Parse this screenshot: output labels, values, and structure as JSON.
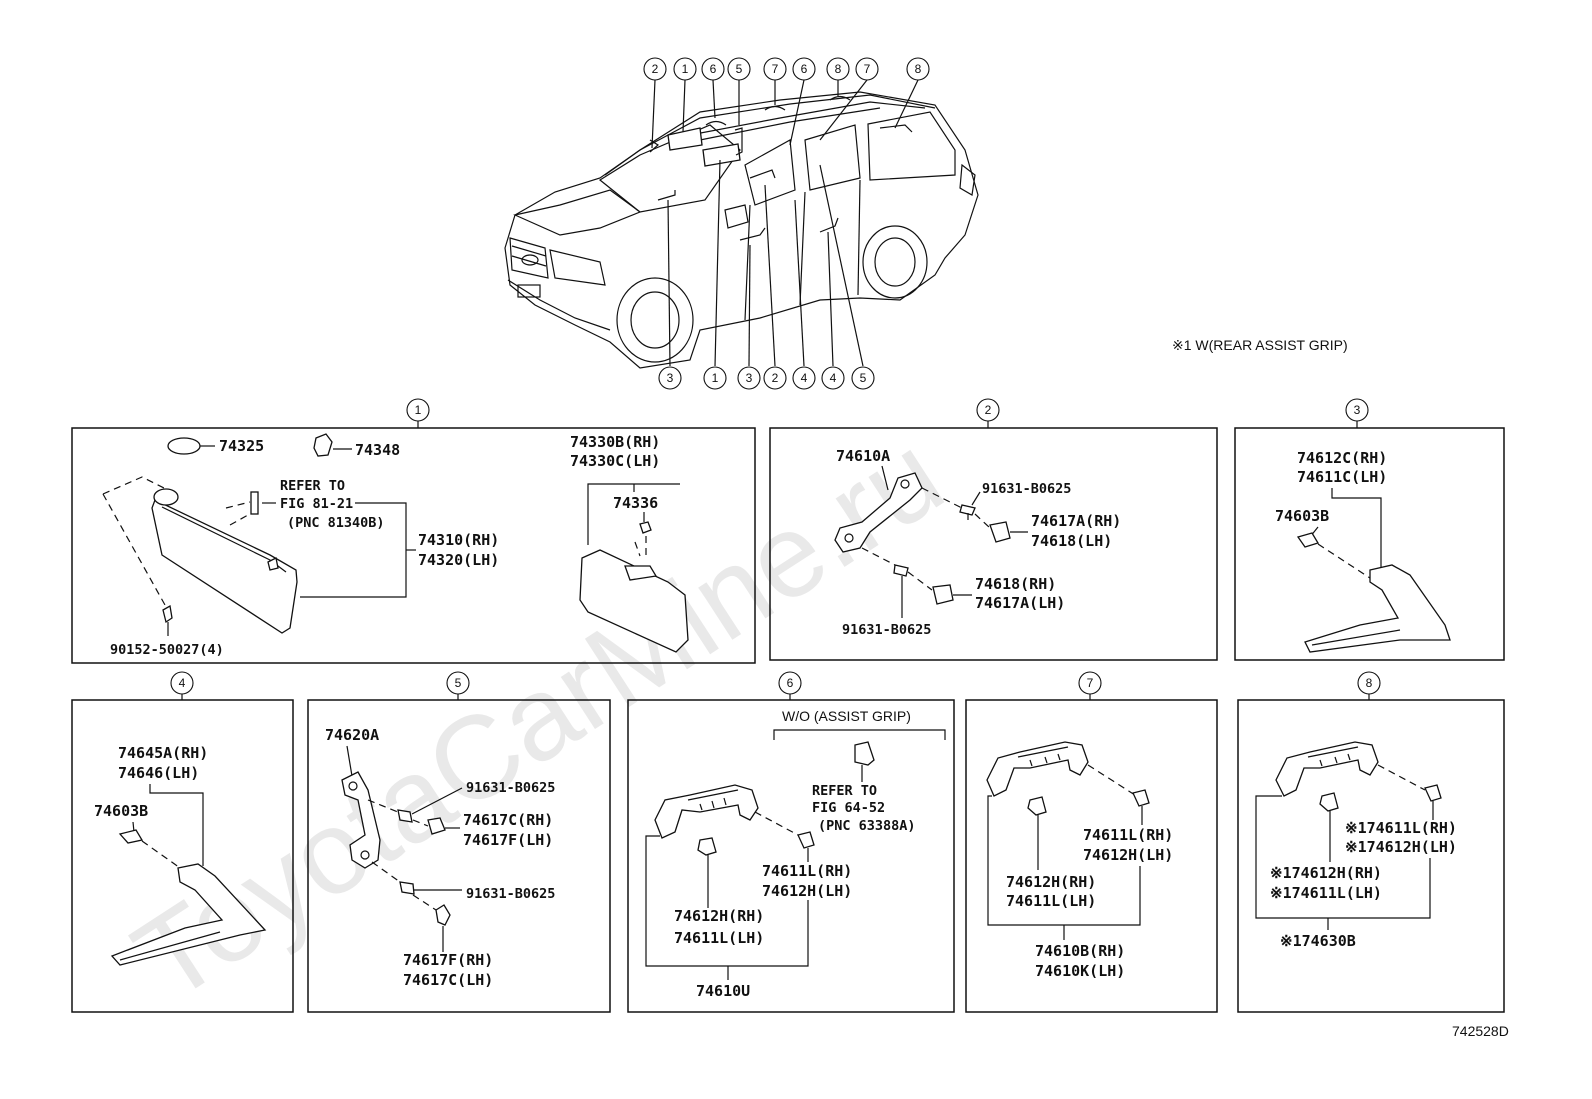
{
  "watermark": "ToyotaCarMine.ru",
  "figure_code": "742528D",
  "note_assist_grip": "※1 W(REAR ASSIST GRIP)",
  "car_callouts_top": [
    "2",
    "1",
    "6",
    "5",
    "7",
    "6",
    "8",
    "7",
    "8"
  ],
  "car_callouts_bottom": [
    "3",
    "1",
    "3",
    "2",
    "4",
    "4",
    "5"
  ],
  "panels": {
    "p1": {
      "num": "1",
      "l_74325": "74325",
      "l_74348": "74348",
      "refer1": "REFER TO",
      "refer2": "FIG 81-21",
      "refer3": "(PNC 81340B)",
      "rh": "74310(RH)",
      "lh": "74320(LH)",
      "screw": "90152-50027(4)",
      "b_rh": "74330B(RH)",
      "b_lh": "74330C(LH)",
      "l_74336": "74336"
    },
    "p2": {
      "num": "2",
      "grip": "74610A",
      "bolt_top": "91631-B0625",
      "cap1_rh": "74617A(RH)",
      "cap1_lh": "74618(LH)",
      "cap2_rh": "74618(RH)",
      "cap2_lh": "74617A(LH)",
      "bolt_bottom": "91631-B0625"
    },
    "p3": {
      "num": "3",
      "rh": "74612C(RH)",
      "lh": "74611C(LH)",
      "clip": "74603B"
    },
    "p4": {
      "num": "4",
      "rh": "74645A(RH)",
      "lh": "74646(LH)",
      "clip": "74603B"
    },
    "p5": {
      "num": "5",
      "grip": "74620A",
      "bolt_top": "91631-B0625",
      "cap1_rh": "74617C(RH)",
      "cap1_lh": "74617F(LH)",
      "bolt_bottom": "91631-B0625",
      "cap2_rh": "74617F(RH)",
      "cap2_lh": "74617C(LH)"
    },
    "p6": {
      "num": "6",
      "wo": "W/O (ASSIST GRIP)",
      "refer1": "REFER TO",
      "refer2": "FIG 64-52",
      "refer3": "(PNC 63388A)",
      "c1_rh": "74611L(RH)",
      "c1_lh": "74612H(LH)",
      "c2_rh": "74612H(RH)",
      "c2_lh": "74611L(LH)",
      "grip": "74610U"
    },
    "p7": {
      "num": "7",
      "c1_rh": "74611L(RH)",
      "c1_lh": "74612H(LH)",
      "c2_rh": "74612H(RH)",
      "c2_lh": "74611L(LH)",
      "grip_rh": "74610B(RH)",
      "grip_lh": "74610K(LH)"
    },
    "p8": {
      "num": "8",
      "c1_rh": "※174611L(RH)",
      "c1_lh": "※174612H(LH)",
      "c2_rh": "※174612H(RH)",
      "c2_lh": "※174611L(LH)",
      "grip": "※174630B"
    }
  }
}
